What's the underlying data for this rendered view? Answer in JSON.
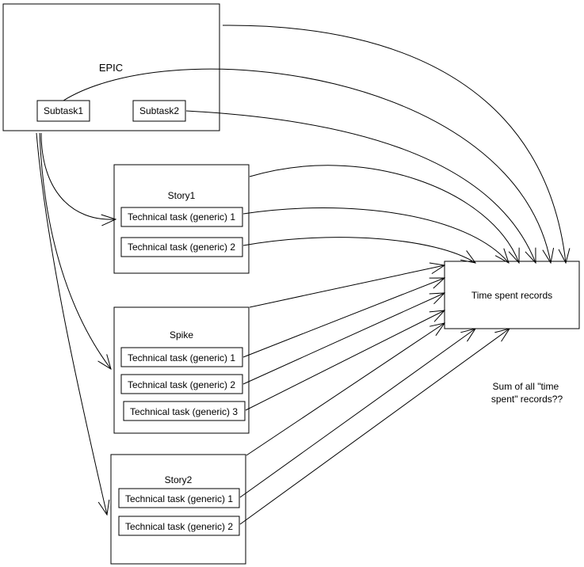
{
  "epic": {
    "title": "EPIC",
    "subtasks": [
      "Subtask1",
      "Subtask2"
    ]
  },
  "story1": {
    "title": "Story1",
    "tasks": [
      "Technical task (generic) 1",
      "Technical task (generic) 2"
    ]
  },
  "spike": {
    "title": "Spike",
    "tasks": [
      "Technical task (generic) 1",
      "Technical task (generic) 2",
      "Technical task (generic) 3"
    ]
  },
  "story2": {
    "title": "Story2",
    "tasks": [
      "Technical task (generic) 1",
      "Technical task (generic) 2"
    ]
  },
  "time_records": {
    "label": "Time spent records"
  },
  "note": {
    "lines": [
      "Sum of all \"time",
      "spent\" records??"
    ]
  },
  "colors": {
    "stroke": "#000000",
    "background": "#ffffff"
  }
}
